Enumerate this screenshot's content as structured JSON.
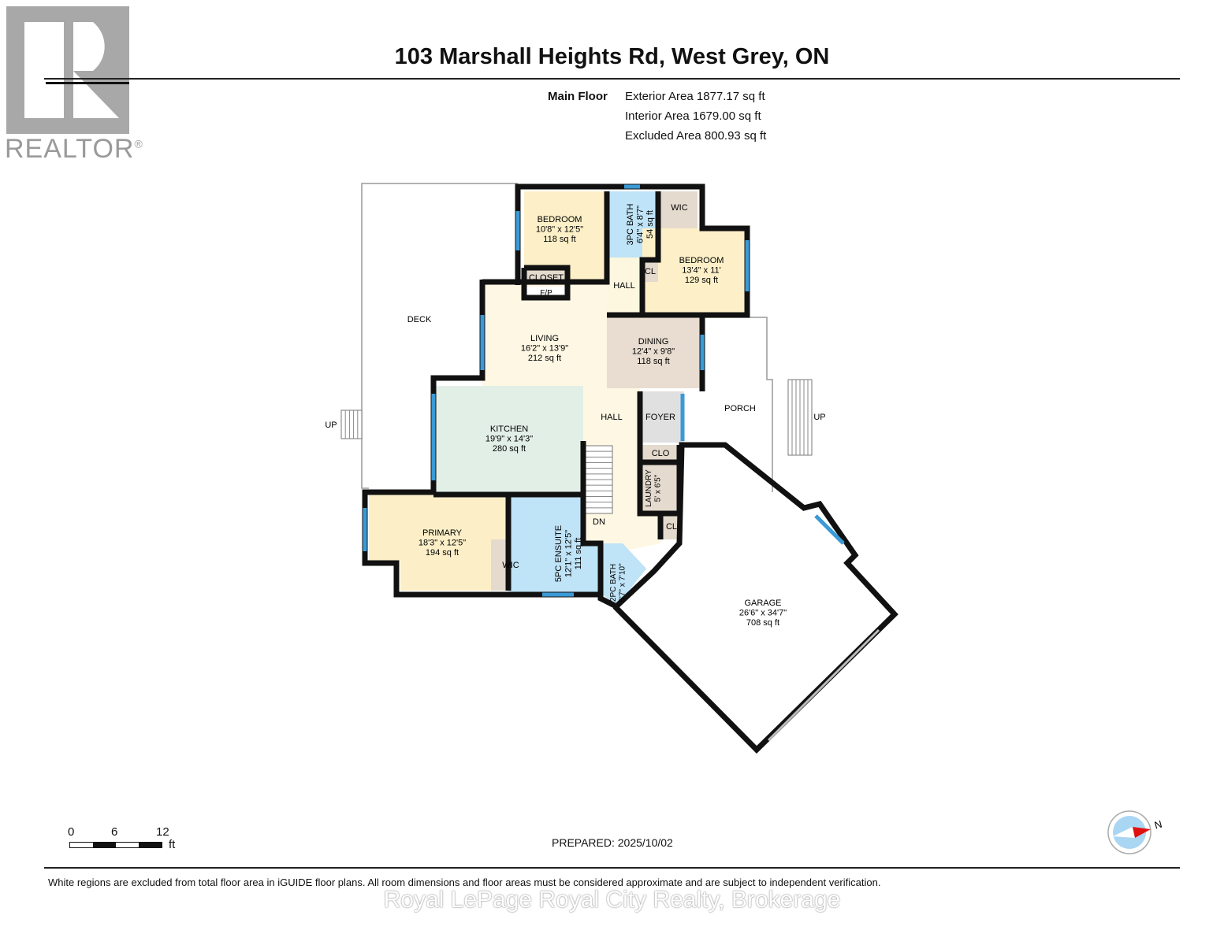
{
  "header": {
    "title": "103 Marshall Heights Rd, West Grey, ON"
  },
  "logo": {
    "text": "REALTOR",
    "mark": "®"
  },
  "areas": {
    "floor_label": "Main Floor",
    "exterior": "Exterior Area 1877.17 sq ft",
    "interior": "Interior Area 1679.00 sq ft",
    "excluded": "Excluded Area 800.93 sq ft"
  },
  "rooms": [
    {
      "name": "BEDROOM",
      "dims": "10'8\" x 12'5\"",
      "area": "118 sq ft"
    },
    {
      "name": "3PC BATH",
      "dims": "6'4\" x 8'7\"",
      "area": "54 sq ft"
    },
    {
      "name": "WIC",
      "dims": "",
      "area": ""
    },
    {
      "name": "BEDROOM",
      "dims": "13'4\" x 11'",
      "area": "129 sq ft"
    },
    {
      "name": "CL",
      "dims": "",
      "area": ""
    },
    {
      "name": "HALL",
      "dims": "",
      "area": ""
    },
    {
      "name": "CLOSET",
      "dims": "",
      "area": ""
    },
    {
      "name": "F/P",
      "dims": "",
      "area": ""
    },
    {
      "name": "DECK",
      "dims": "",
      "area": ""
    },
    {
      "name": "LIVING",
      "dims": "16'2\" x 13'9\"",
      "area": "212 sq ft"
    },
    {
      "name": "DINING",
      "dims": "12'4\" x 9'8\"",
      "area": "118 sq ft"
    },
    {
      "name": "HALL",
      "dims": "",
      "area": ""
    },
    {
      "name": "FOYER",
      "dims": "",
      "area": ""
    },
    {
      "name": "PORCH",
      "dims": "",
      "area": ""
    },
    {
      "name": "KITCHEN",
      "dims": "19'9\" x 14'3\"",
      "area": "280 sq ft"
    },
    {
      "name": "CLO",
      "dims": "",
      "area": ""
    },
    {
      "name": "LAUNDRY",
      "dims": "5' x 6'5\"",
      "area": ""
    },
    {
      "name": "DN",
      "dims": "",
      "area": ""
    },
    {
      "name": "CL",
      "dims": "",
      "area": ""
    },
    {
      "name": "PRIMARY",
      "dims": "18'3\" x 12'5\"",
      "area": "194 sq ft"
    },
    {
      "name": "WIC",
      "dims": "",
      "area": ""
    },
    {
      "name": "5PC ENSUITE",
      "dims": "12'1\" x 12'5\"",
      "area": "111 sq ft"
    },
    {
      "name": "2PC BATH",
      "dims": "5'7\" x 7'10\"",
      "area": ""
    },
    {
      "name": "GARAGE",
      "dims": "26'6\" x 34'7\"",
      "area": "708 sq ft"
    },
    {
      "name": "UP",
      "dims": "",
      "area": ""
    },
    {
      "name": "UP",
      "dims": "",
      "area": ""
    }
  ],
  "colors": {
    "bedroom": "#fdf0c8",
    "bath": "#bfe3f7",
    "closet": "#e4dacd",
    "living": "#fdf7e3",
    "kitchen": "#e2efe7",
    "foyer": "#e0e0e0",
    "wall": "#111111",
    "window": "#3a9ad6"
  },
  "scale": {
    "ticks": [
      "0",
      "6",
      "12"
    ],
    "unit": "ft"
  },
  "prepared": "PREPARED: 2025/10/02",
  "compass": {
    "label": "N"
  },
  "disclaimer": "White regions are excluded from total floor area in iGUIDE floor plans. All room dimensions and floor areas must be considered approximate and are subject to independent verification.",
  "watermark": "Royal LePage Royal City Realty, Brokerage"
}
